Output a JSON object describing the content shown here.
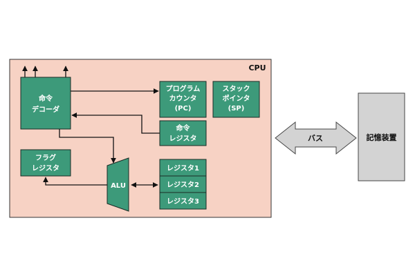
{
  "cpu": {
    "label": "CPU",
    "fill": "#f7d2c4",
    "blocks": {
      "decoder": {
        "line1": "命令",
        "line2": "デコーダ"
      },
      "program_counter": {
        "line1": "プログラム",
        "line2": "カウンタ",
        "line3": "(PC)"
      },
      "stack_pointer": {
        "line1": "スタック",
        "line2": "ポインタ",
        "line3": "(SP)"
      },
      "instruction_register": {
        "line1": "命令",
        "line2": "レジスタ"
      },
      "flag_register": {
        "line1": "フラグ",
        "line2": "レジスタ"
      },
      "alu": {
        "label": "ALU"
      },
      "registers": [
        "レジスタ1",
        "レジスタ2",
        "レジスタ3"
      ]
    }
  },
  "bus": {
    "label": "バス",
    "fill": "#d3d3d3"
  },
  "memory": {
    "label": "記憶装置",
    "fill": "#d3d3d3"
  },
  "colors": {
    "block": "#3d9a7a",
    "outline": "#111111"
  }
}
